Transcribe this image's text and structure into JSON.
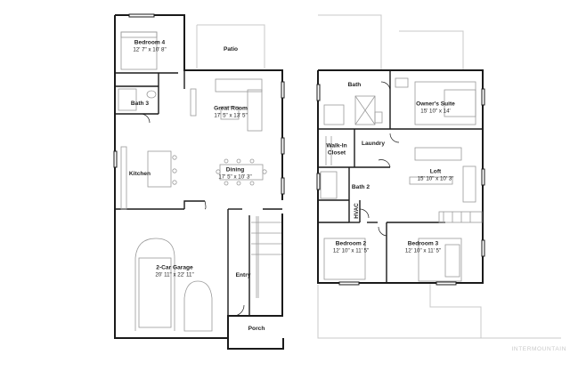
{
  "floor1": {
    "bedroom4": {
      "name": "Bedroom 4",
      "dims": "12' 7\" x 10' 8\""
    },
    "patio": {
      "name": "Patio"
    },
    "great_room": {
      "name": "Great Room",
      "dims": "17' 5\" x 13' 5\""
    },
    "bath3": {
      "name": "Bath 3"
    },
    "kitchen": {
      "name": "Kitchen"
    },
    "dining": {
      "name": "Dining",
      "dims": "17' 5\" x 10' 3\""
    },
    "garage": {
      "name": "2-Car Garage",
      "dims": "20' 11\" x 22' 11\""
    },
    "entry": {
      "name": "Entry"
    },
    "porch": {
      "name": "Porch"
    }
  },
  "floor2": {
    "bath": {
      "name": "Bath"
    },
    "owners_suite": {
      "name": "Owner's Suite",
      "dims": "15' 10\" x 14'"
    },
    "walk_in_closet": {
      "name": "Walk-In Closet"
    },
    "laundry": {
      "name": "Laundry"
    },
    "loft": {
      "name": "Loft",
      "dims": "15' 10\" x 10' 3\""
    },
    "bath2": {
      "name": "Bath 2"
    },
    "hvac": {
      "name": "HVAC"
    },
    "bedroom2": {
      "name": "Bedroom 2",
      "dims": "12' 10\" x 11' 5\""
    },
    "bedroom3": {
      "name": "Bedroom 3",
      "dims": "12' 10\" x 11' 5\""
    }
  },
  "watermark": "INTERMOUNTAIN",
  "colors": {
    "wall": "#1a1a1a",
    "fixture": "#9a9a9a",
    "background": "#ffffff"
  }
}
